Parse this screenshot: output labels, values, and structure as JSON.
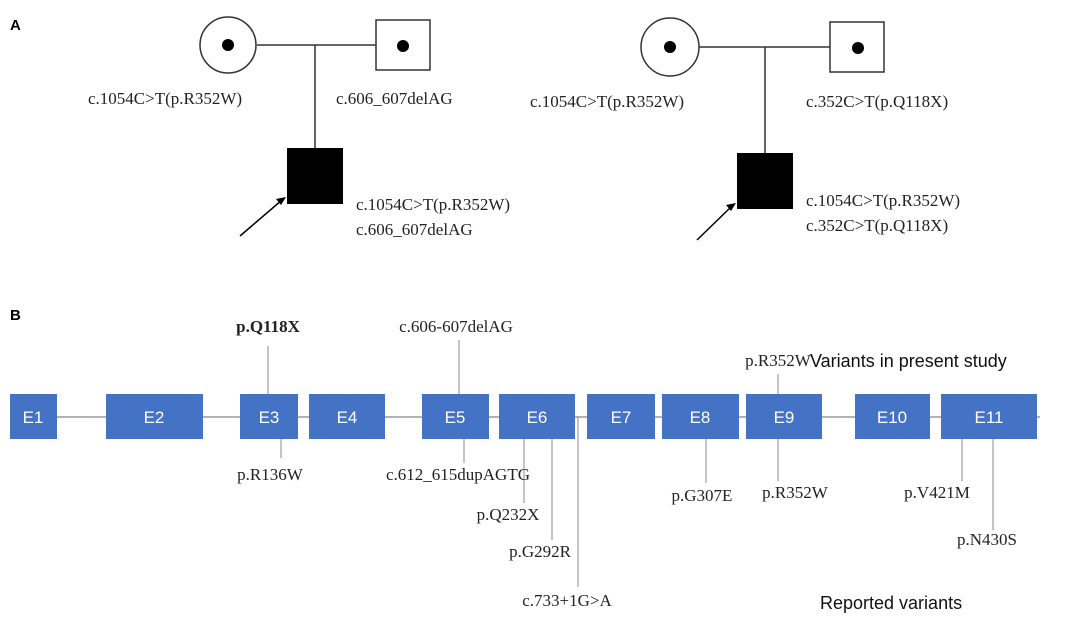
{
  "panel_a": {
    "letter": "A",
    "family1": {
      "mother_label": "c.1054C>T(p.R352W)",
      "father_label": "c.606_607delAG",
      "proband_line1": "c.1054C>T(p.R352W)",
      "proband_line2": "c.606_607delAG"
    },
    "family2": {
      "mother_label": "c.1054C>T(p.R352W)",
      "father_label": "c.352C>T(p.Q118X)",
      "proband_line1": "c.1054C>T(p.R352W)",
      "proband_line2": "c.352C>T(p.Q118X)"
    }
  },
  "panel_b": {
    "letter": "B",
    "exon_color": "#4472c4",
    "exons": [
      "E1",
      "E2",
      "E3",
      "E4",
      "E5",
      "E6",
      "E7",
      "E8",
      "E9",
      "E10",
      "E11"
    ],
    "present_variants": [
      "p.Q118X",
      "c.606-607delAG",
      "p.R352W"
    ],
    "reported_variants": [
      "p.R136W",
      "c.612_615dupAGTG",
      "p.Q232X",
      "p.G292R",
      "c.733+1G>A",
      "p.G307E",
      "p.R352W",
      "p.V421M",
      "p.N430S"
    ],
    "present_legend": "Variants in present study",
    "reported_legend": "Reported variants"
  }
}
